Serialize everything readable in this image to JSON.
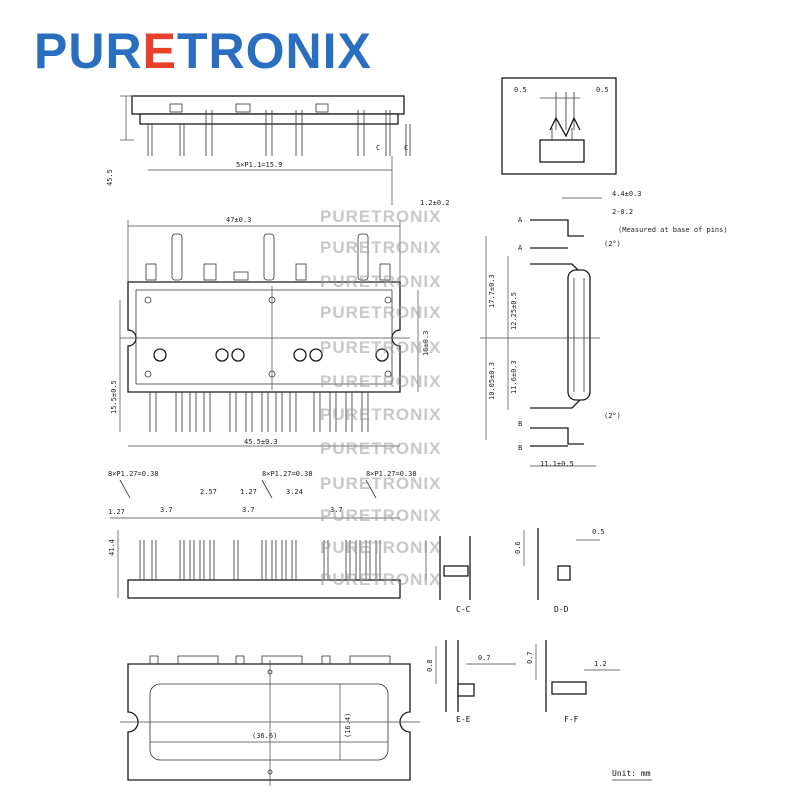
{
  "brand": {
    "logo_segments": [
      {
        "text": "PUR",
        "color": "#2a6fbf"
      },
      {
        "text": "E",
        "color": "#e8402a"
      },
      {
        "text": "TRONIX",
        "color": "#2a6fbf"
      }
    ],
    "watermark_text": "PURETRONIX",
    "watermark_count": 12
  },
  "colors": {
    "logo_blue": "#2a6fbf",
    "logo_red": "#e8402a",
    "line": "#1a1a1a",
    "watermark": "#9a9a9a"
  },
  "labels": {
    "pitch_a": "5×P1.1=15.9",
    "dim_top_gap": "1.2±0.2",
    "height_left": "45.5",
    "width_total": "47±0.3",
    "height_total": "15.5±0.5",
    "width_body": "45.5±0.3",
    "body_height": "16±0.3",
    "side_depth": "4.4±0.3",
    "side_foot": "2-0.2",
    "side_note": "(Measured at base of pins)",
    "side_seg1": "17.7±0.3",
    "side_seg2": "12.25±0.5",
    "side_seg3": "11.6±0.3",
    "side_seg4": "10.05±0.3",
    "side_bottom": "11.1±0.5",
    "side_deg": "(2°)",
    "marker_a": "A",
    "marker_b": "B",
    "marker_c": "C",
    "pitch_b1": "8×P1.27=0.38",
    "pitch_b2": "8×P1.27=0.38",
    "pitch_b3": "8×P1.27=0.38",
    "lead_1": "1.27",
    "lead_2": "3.7",
    "lead_3": "2.57",
    "lead_4": "1.27",
    "lead_5": "3.7",
    "lead_6": "3.24",
    "lead_7": "3.7",
    "lead_h": "41.4",
    "detail_top_l": "0.5",
    "detail_top_r": "0.5",
    "sec_cc": "C-C",
    "sec_dd": "D-D",
    "sec_ee": "E-E",
    "sec_ff": "F-F",
    "det_v1": "0.6",
    "det_h1": "0.5",
    "det_v2": "0.8",
    "det_h2": "0.7",
    "det_v3": "0.7",
    "det_h3": "1.2",
    "bottom_width": "(36.6)",
    "bottom_height": "(16.4)",
    "unit": "Unit: mm"
  }
}
